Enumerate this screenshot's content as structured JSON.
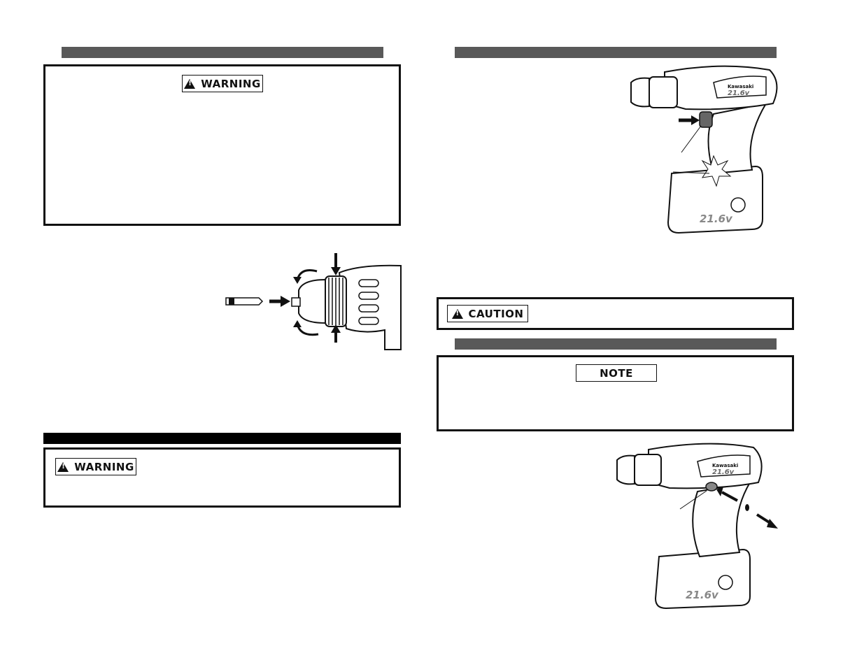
{
  "left": {
    "warning_box": {
      "label": "WARNING"
    },
    "warning_box_2": {
      "label": "WARNING"
    }
  },
  "right": {
    "caution_box": {
      "label": "CAUTION"
    },
    "note_box": {
      "label": "NOTE"
    },
    "drill_top": {
      "brand": "Kawasaki",
      "voltage_side": "21.6v",
      "voltage_battery": "21.6v"
    },
    "drill_bottom": {
      "brand": "Kawasaki",
      "voltage_side": "21.6v",
      "voltage_battery": "21.6v"
    }
  }
}
